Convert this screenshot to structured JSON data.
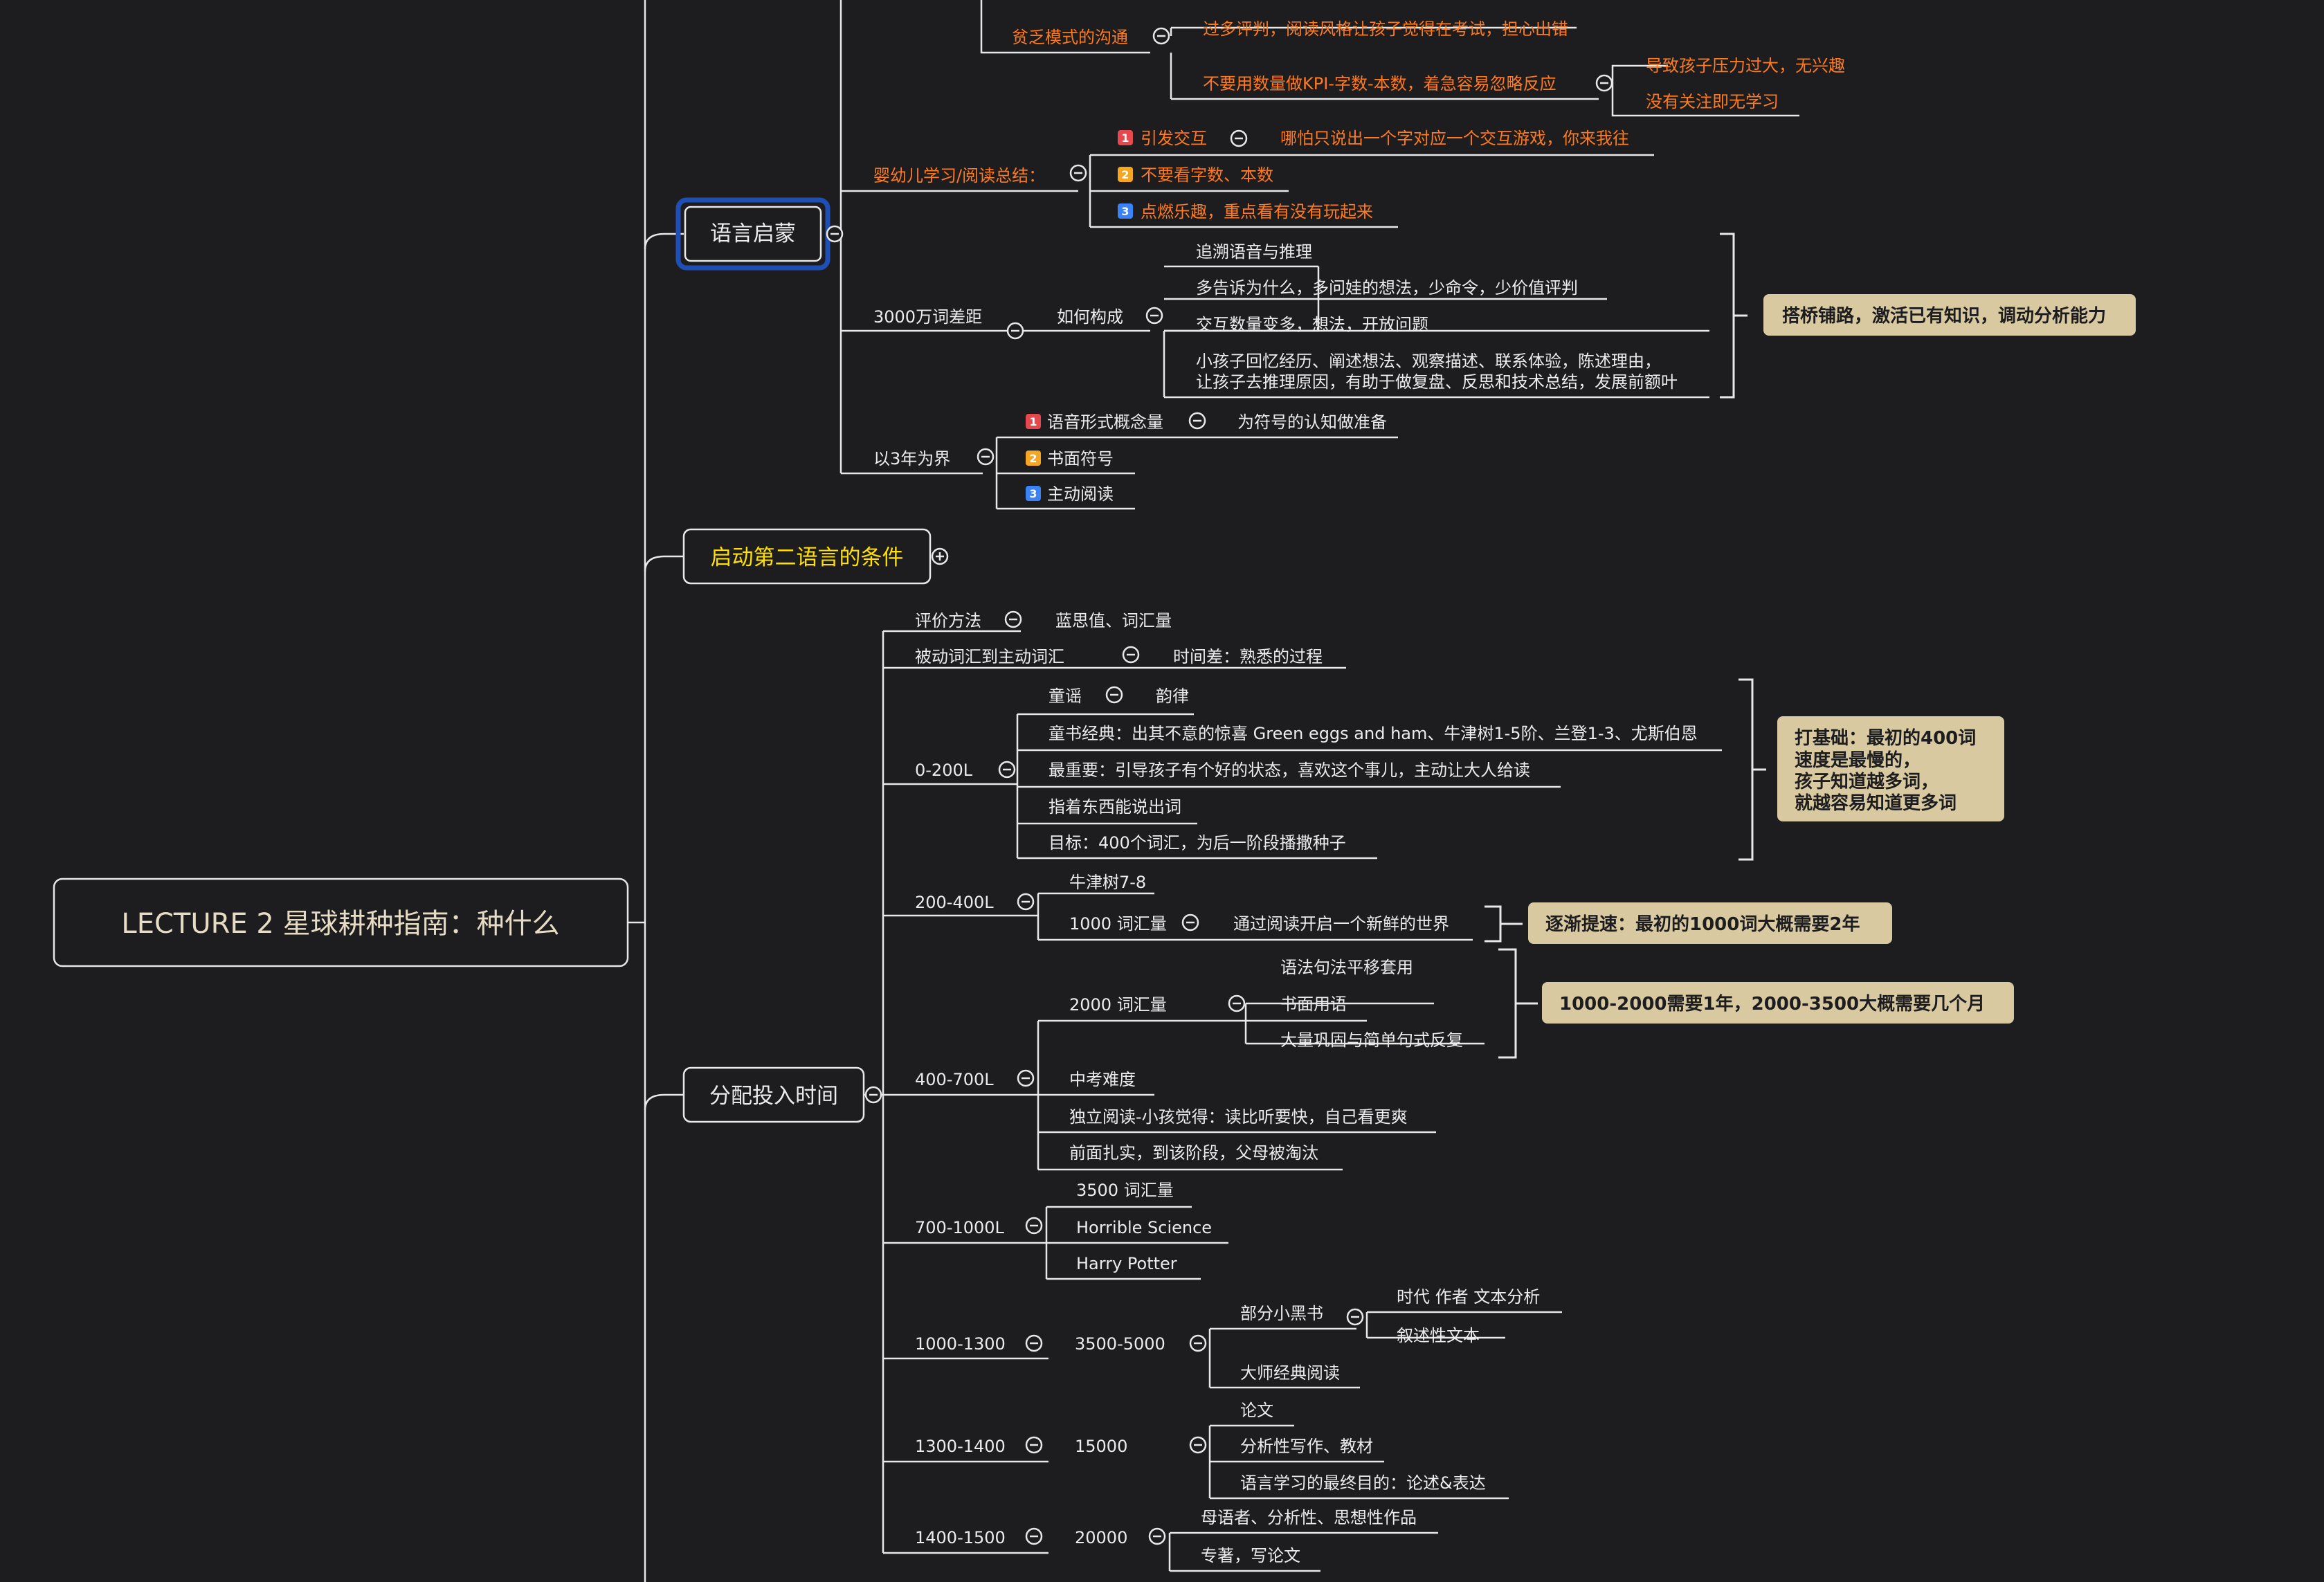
{
  "colors": {
    "background": "#1d1d1f",
    "line": "#e8e8e8",
    "text": "#ececec",
    "highlight_orange": "#ff7a1f",
    "highlight_yellow": "#ffe000",
    "title": "#e6dcc3",
    "callout_fill": "#d8c9a0",
    "callout_text": "#1d1d1f",
    "selected_border": "#1f4fb5",
    "badge1": "#e5484d",
    "badge2": "#f5a623",
    "badge3": "#3b82f6"
  },
  "nodes": {
    "root": "LECTURE 2 星球耕种指南：种什么",
    "lang": "语言启蒙",
    "second": "启动第二语言的条件",
    "alloc": "分配投入时间",
    "lack_mode": "贫乏模式的沟通",
    "too_much_eval": "过多评判，阅读风格让孩子觉得在考试，担心出错",
    "no_kpi": "不要用数量做KPI-字数-本数，着急容易忽略反应",
    "pressure": "导致孩子压力过大，无兴趣",
    "no_focus": "没有关注即无学习",
    "infant_summary": "婴幼儿学习/阅读总结：",
    "trigger": "引发交互",
    "trigger_detail": "哪怕只说出一个字对应一个交互游戏，你来我往",
    "no_count": "不要看字数、本数",
    "fun": "点燃乐趣，重点看有没有玩起来",
    "gap": "3000万词差距",
    "how": "如何构成",
    "trace": "追溯语音与推理",
    "more_why": "多告诉为什么，多问娃的想法，少命令，少价值评判",
    "more_interaction": "交互数量变多，想法，开放问题",
    "recall_1": "小孩子回忆经历、阐述想法、观察描述、联系体验，陈述理由，",
    "recall_2": "让孩子去推理原因，有助于做复盘、反思和技术总结，发展前额叶",
    "callout_bridge": "搭桥铺路，激活已有知识，调动分析能力",
    "three_years": "以3年为界",
    "phonetic": "语音形式概念量",
    "symbol_prep": "为符号的认知做准备",
    "written": "书面符号",
    "active_reading": "主动阅读",
    "eval_method": "评价方法",
    "lexile_vocab": "蓝思值、词汇量",
    "passive_active": "被动词汇到主动词汇",
    "time_gap": "时间差：熟悉的过程",
    "l0_200": "0-200L",
    "rhymes": "童谣",
    "rhythm": "韵律",
    "classics": "童书经典：出其不意的惊喜 Green eggs and ham、牛津树1-5阶、兰登1-3、尤斯伯恩",
    "most_important": "最重要：引导孩子有个好的状态，喜欢这个事儿，主动让大人给读",
    "point_say": "指着东西能说出词",
    "goal_400": "目标：400个词汇，为后一阶段播撒种子",
    "callout_400_1": "打基础：最初的400词",
    "callout_400_2": "速度是最慢的，",
    "callout_400_3": "孩子知道越多词，",
    "callout_400_4": "就越容易知道更多词",
    "l200_400": "200-400L",
    "oxford_7_8": "牛津树7-8",
    "vocab_1000": "1000 词汇量",
    "new_world": "通过阅读开启一个新鲜的世界",
    "callout_1000": "逐渐提速：最初的1000词大概需要2年",
    "l400_700": "400-700L",
    "vocab_2000": "2000 词汇量",
    "syntax": "语法句法平移套用",
    "written_lang": "书面用语",
    "consolidate": "大量巩固与简单句式反复",
    "callout_2000": "1000-2000需要1年，2000-3500大概需要几个月",
    "zhongkao": "中考难度",
    "independent": "独立阅读-小孩觉得：读比听要快，自己看更爽",
    "parents_out": "前面扎实，到该阶段，父母被淘汰",
    "l700_1000": "700-1000L",
    "vocab_3500": "3500 词汇量",
    "horrible": "Horrible Science",
    "harry": "Harry Potter",
    "l1000_1300": "1000-1300",
    "v3500_5000": "3500-5000",
    "black_books": "部分小黑书",
    "era_author": "时代 作者 文本分析",
    "narrative": "叙述性文本",
    "masters": "大师经典阅读",
    "l1300_1400": "1300-1400",
    "v15000": "15000",
    "thesis": "论文",
    "analytic": "分析性写作、教材",
    "ultimate": "语言学习的最终目的：论述&表达",
    "l1400_1500": "1400-1500",
    "v20000": "20000",
    "native": "母语者、分析性、思想性作品",
    "monograph": "专著，写论文"
  },
  "badges": {
    "b1": "1",
    "b2": "2",
    "b3": "3"
  },
  "icons": {
    "collapse": "minus-icon",
    "expand": "plus-icon"
  }
}
